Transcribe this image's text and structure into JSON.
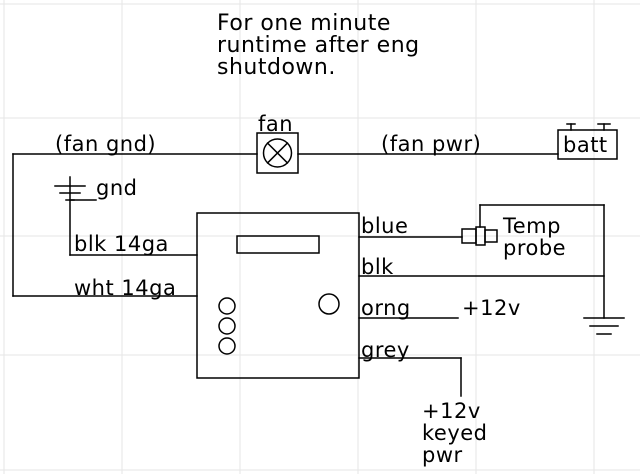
{
  "note": {
    "line1": "For one minute",
    "line2": "runtime after eng",
    "line3": "shutdown."
  },
  "labels": {
    "fan": "fan",
    "fan_gnd": "(fan gnd)",
    "fan_pwr": "(fan pwr)",
    "batt": "batt",
    "gnd": "gnd",
    "blk_14ga": "blk 14ga",
    "wht_14ga": "wht 14ga",
    "blue": "blue",
    "blk": "blk",
    "orng": "orng",
    "grey": "grey",
    "plus12v": "+12v",
    "temp": "Temp",
    "probe": "probe",
    "keyed_plus12v": "+12v",
    "keyed": "keyed",
    "pwr": "pwr"
  },
  "colors": {
    "ink": "#000000",
    "grid": "#e6e6e6",
    "background": "#ffffff"
  }
}
